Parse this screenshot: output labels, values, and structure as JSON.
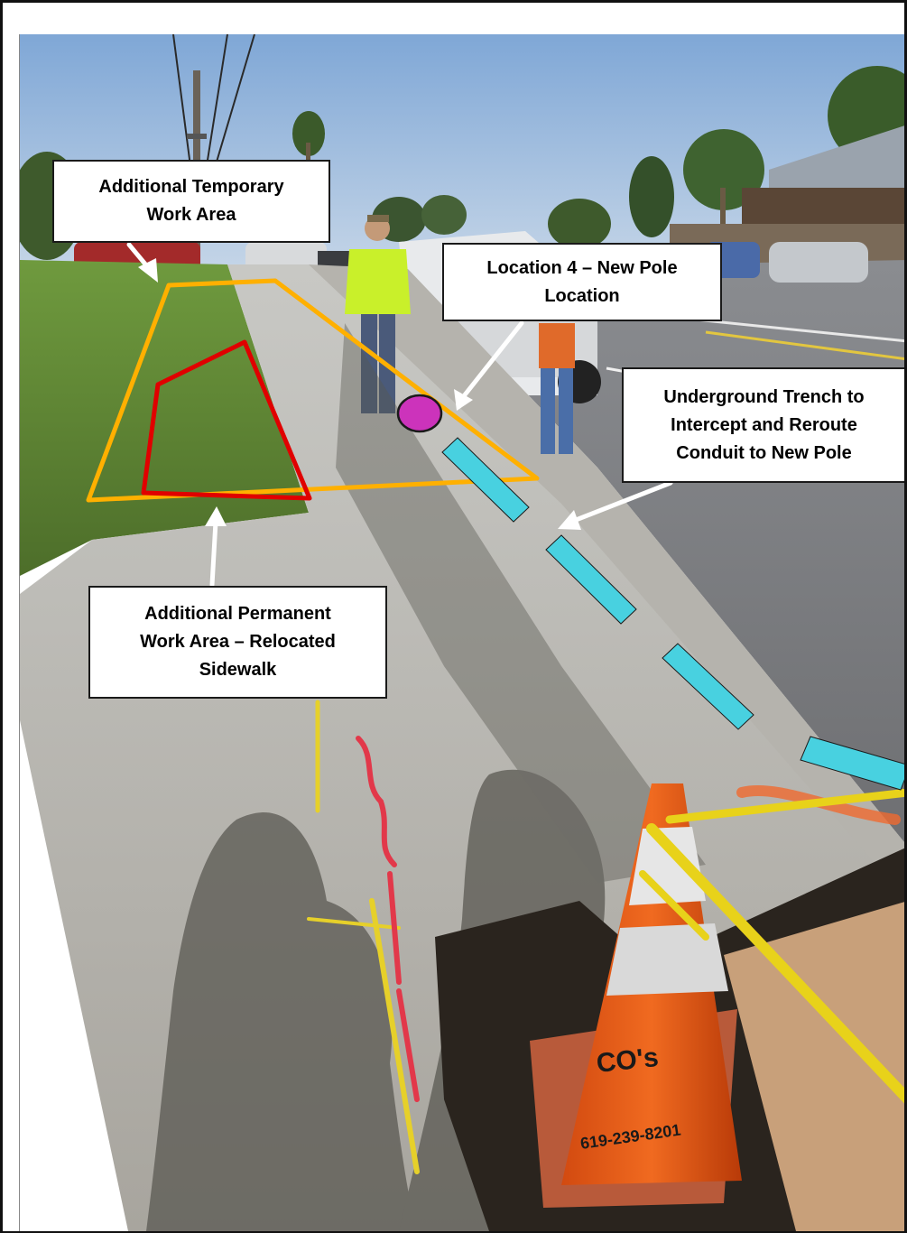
{
  "callouts": {
    "temporary_work_area": "Additional Temporary\nWork Area",
    "new_pole_location": "Location 4 – New Pole\nLocation",
    "underground_trench": "Underground Trench to\nIntercept and Reroute\nConduit to New Pole",
    "permanent_work_area": "Additional Permanent\nWork Area – Relocated\nSidewalk"
  },
  "colors": {
    "temporary_area_outline": "#ffb000",
    "permanent_area_outline": "#e00000",
    "trench_segments": "#48d1e0",
    "pole_marker": "#cc33bb",
    "arrows": "#ffffff"
  },
  "photo": {
    "cone_text": "CO's",
    "cone_phone": "619-239-8201"
  }
}
